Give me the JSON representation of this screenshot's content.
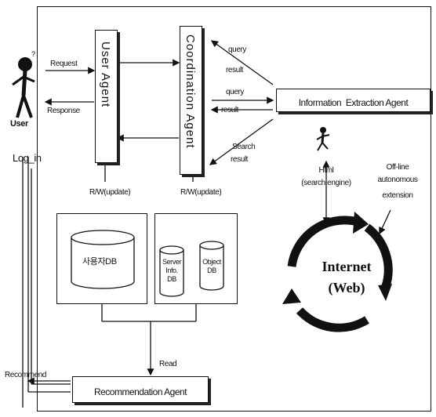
{
  "user": {
    "label": "User",
    "login": "Log_in"
  },
  "agents": {
    "user_agent": "User Agent",
    "coordination_agent": "Coordination Agent",
    "information_extraction_agent": "Information  Extraction Agent",
    "recommendation_agent": "Recommendation Agent"
  },
  "arrows": {
    "request": "Request",
    "response": "Response",
    "recommend": "Recommend",
    "read": "Read",
    "rw_update_1": "R/W(update)",
    "rw_update_2": "R/W(update)",
    "query1": "query",
    "result1": "result",
    "query2": "query",
    "result2": "result",
    "search": "Search",
    "result3": "result"
  },
  "databases": {
    "user_db": "사용자DB",
    "server_info_db": [
      "Server",
      "Info.",
      "DB"
    ],
    "object_db": [
      "Object",
      "DB"
    ]
  },
  "html_search": [
    "Html",
    "(search engine)"
  ],
  "offline": [
    "Off-line",
    "autonomous",
    "extension"
  ],
  "internet": [
    "Internet",
    "(Web)"
  ]
}
